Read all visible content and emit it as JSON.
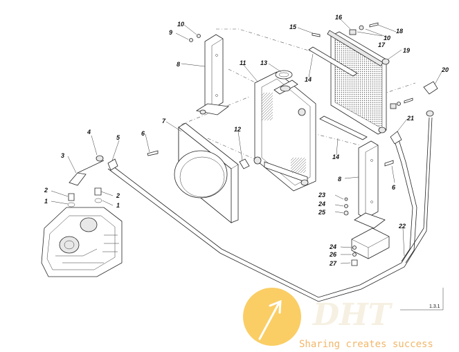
{
  "callouts": [
    {
      "id": "c1a",
      "label": "1"
    },
    {
      "id": "c1b",
      "label": "1"
    },
    {
      "id": "c2a",
      "label": "2"
    },
    {
      "id": "c2b",
      "label": "2"
    },
    {
      "id": "c3",
      "label": "3"
    },
    {
      "id": "c4",
      "label": "4"
    },
    {
      "id": "c5",
      "label": "5"
    },
    {
      "id": "c6a",
      "label": "6"
    },
    {
      "id": "c6b",
      "label": "6"
    },
    {
      "id": "c7",
      "label": "7"
    },
    {
      "id": "c8a",
      "label": "8"
    },
    {
      "id": "c8b",
      "label": "8"
    },
    {
      "id": "c9",
      "label": "9"
    },
    {
      "id": "c10a",
      "label": "10"
    },
    {
      "id": "c10b",
      "label": "10"
    },
    {
      "id": "c11",
      "label": "11"
    },
    {
      "id": "c12",
      "label": "12"
    },
    {
      "id": "c13",
      "label": "13"
    },
    {
      "id": "c14a",
      "label": "14"
    },
    {
      "id": "c14b",
      "label": "14"
    },
    {
      "id": "c15",
      "label": "15"
    },
    {
      "id": "c16",
      "label": "16"
    },
    {
      "id": "c17",
      "label": "17"
    },
    {
      "id": "c18",
      "label": "18"
    },
    {
      "id": "c19",
      "label": "19"
    },
    {
      "id": "c20",
      "label": "20"
    },
    {
      "id": "c21",
      "label": "21"
    },
    {
      "id": "c22",
      "label": "22"
    },
    {
      "id": "c23",
      "label": "23"
    },
    {
      "id": "c24a",
      "label": "24"
    },
    {
      "id": "c24b",
      "label": "24"
    },
    {
      "id": "c25",
      "label": "25"
    },
    {
      "id": "c26",
      "label": "26"
    },
    {
      "id": "c27",
      "label": "27"
    }
  ],
  "figure_ref": "1.3.1",
  "watermark": {
    "logo_text": "DHT",
    "tagline": "Sharing creates success",
    "colors": {
      "accent": "#f7b733",
      "text": "#f2b76a"
    }
  },
  "colors": {
    "line": "#222222",
    "background": "#ffffff"
  }
}
